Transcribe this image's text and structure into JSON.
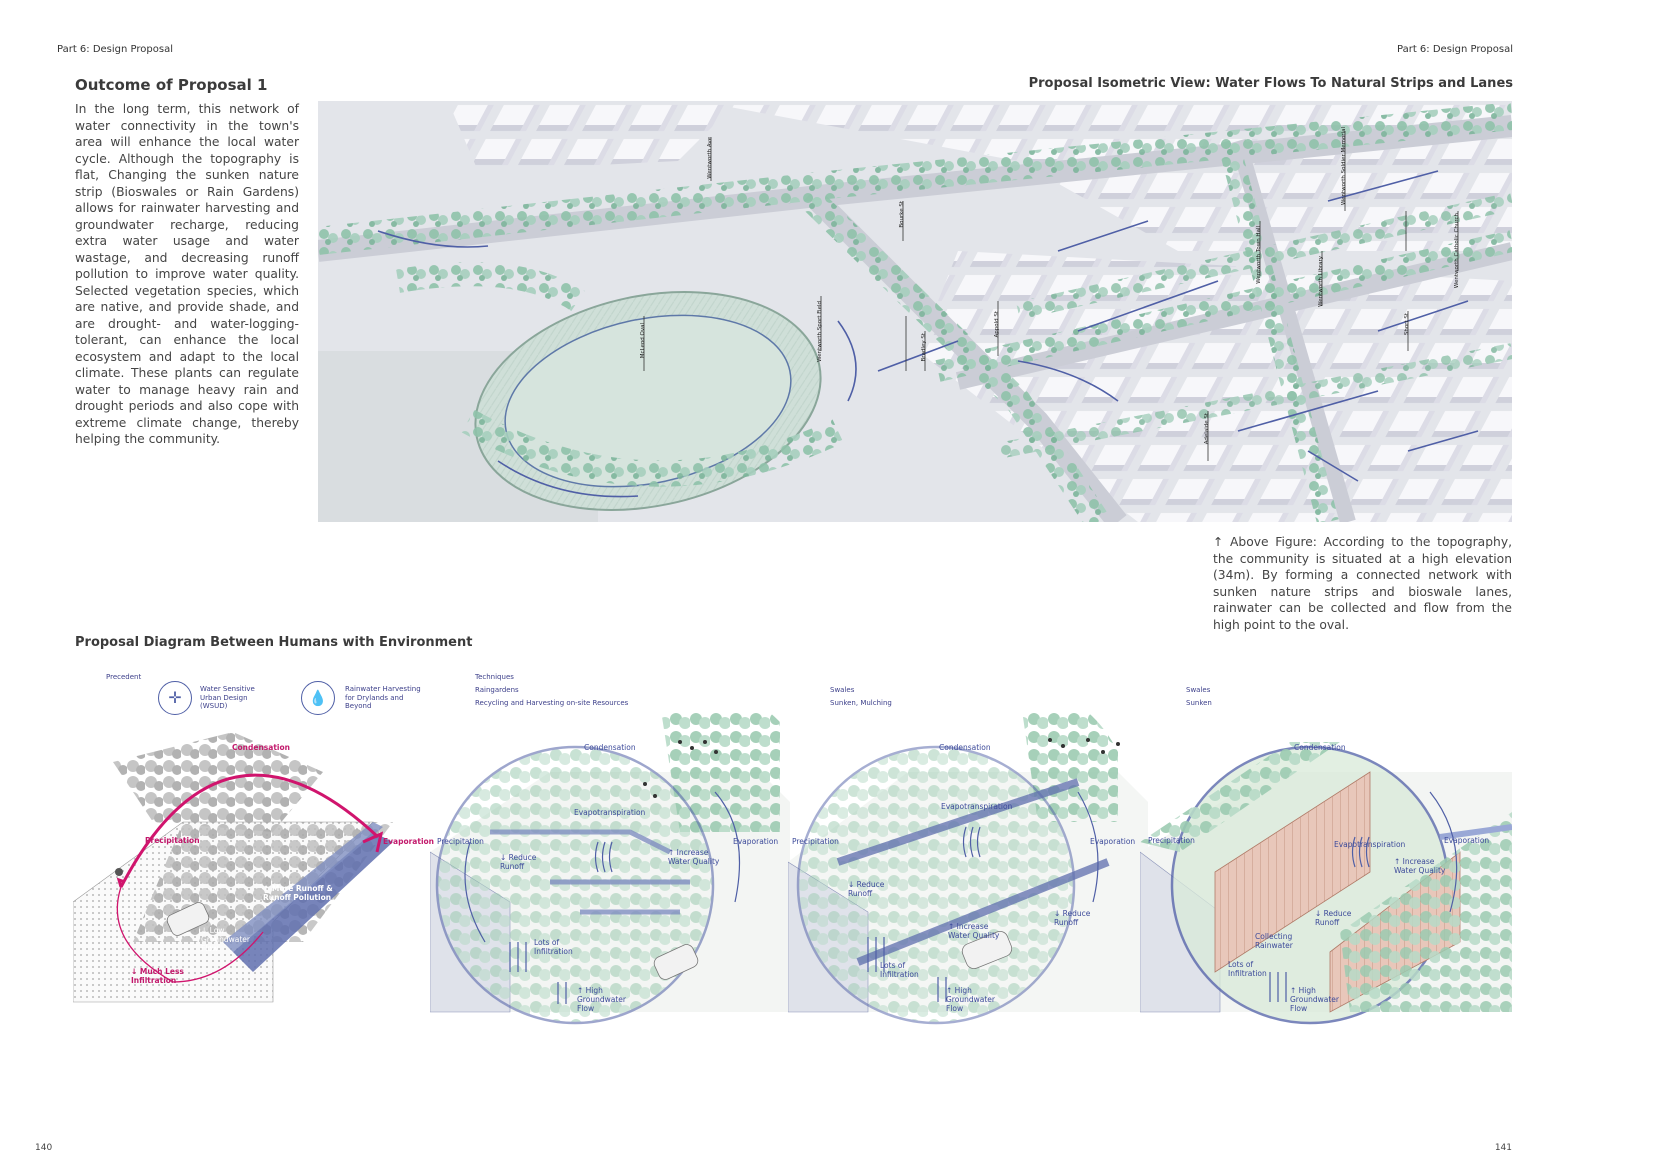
{
  "header": {
    "left": "Part 6: Design Proposal",
    "right": "Part 6: Design Proposal"
  },
  "outcome": {
    "title": "Outcome of Proposal 1",
    "body": "In the long term, this network of water connectivity in the town's area will enhance the local water cycle. Although the topography is flat, Changing the sunken nature strip (Bioswales or Rain Gardens) allows for rainwater harvesting and groundwater recharge, reducing extra water usage and water wastage, and decreasing runoff pollution to improve water quality. Selected vegetation species, which are native, and provide shade, and are drought- and water-logging-tolerant, can enhance the local ecosystem and adapt to the local climate. These plants can regulate water to manage heavy rain and drought periods and also cope with extreme climate change, thereby helping the community."
  },
  "isometric": {
    "title": "Proposal Isometric View: Water Flows To Natural Strips and Lanes",
    "caption": "↑ Above Figure: According to the topography, the community is situated at a high elevation (34m). By forming a connected network with sunken nature strips and bioswale lanes, rainwater can be collected and flow from the high point to the oval.",
    "map_labels": [
      "McLeod Oval",
      "Wentworth Ave",
      "Wentworth Sport Field",
      "Bradley St",
      "Appold St",
      "Bourke St",
      "Wentworth Town Hall",
      "Wentworth Library",
      "Wentworth Catholic Church",
      "Wentworth Soldier Memorial",
      "Adelaide St",
      "Short St"
    ]
  },
  "diagram": {
    "title": "Proposal Diagram Between Humans with Environment",
    "precedent": {
      "heading": "Precedent",
      "item1": "Water Sensitive Urban Design (WSUD)",
      "item2": "Rainwater Harvesting for Drylands and Beyond"
    },
    "techniques": {
      "heading": "Techniques",
      "line1": "Raingardens",
      "line2": "Recycling and Harvesting on-site Resources"
    },
    "swales1": {
      "heading": "Swales",
      "line": "Sunken, Mulching"
    },
    "swales2": {
      "heading": "Swales",
      "line": "Sunken"
    },
    "panel1": {
      "condensation": "Condensation",
      "precipitation": "Precipitation",
      "evaporation": "Evaporation",
      "runoff": "↑ More Runoff & Runoff Pollution",
      "groundwater": "↓ Low Groundwater Flow",
      "infiltration": "↓ Much Less Infiltration"
    },
    "panel2": {
      "condensation": "Condensation",
      "precipitation": "Precipitation",
      "evaporation": "Evaporation",
      "evapotranspiration": "Evapotranspiration",
      "runoff": "↓ Reduce Runoff",
      "quality": "↑ Increase Water Quality",
      "infiltration": "Lots of Infiltration",
      "groundwater": "↑ High Groundwater Flow"
    },
    "panel3": {
      "condensation": "Condensation",
      "precipitation": "Precipitation",
      "evaporation": "Evaporation",
      "evapotranspiration": "Evapotranspiration",
      "runoff_left": "↓ Reduce Runoff",
      "runoff_right": "↓ Reduce Runoff",
      "quality": "↑ Increase Water Quality",
      "infiltration": "Lots of Infiltration",
      "groundwater": "↑ High Groundwater Flow"
    },
    "panel4": {
      "condensation": "Condensation",
      "precipitation": "Precipitation",
      "evaporation": "Evaporation",
      "evapotranspiration": "Evapotranspiration",
      "quality": "↑ Increase Water Quality",
      "runoff": "↓ Reduce Runoff",
      "collecting": "Collecting Rainwater",
      "infiltration": "Lots of Infiltration",
      "groundwater": "↑ High Groundwater Flow"
    }
  },
  "pages": {
    "left": "140",
    "right": "141"
  },
  "colors": {
    "water_blue": "#4f5fa6",
    "magenta": "#d0146d",
    "green": "#7fb89a"
  }
}
